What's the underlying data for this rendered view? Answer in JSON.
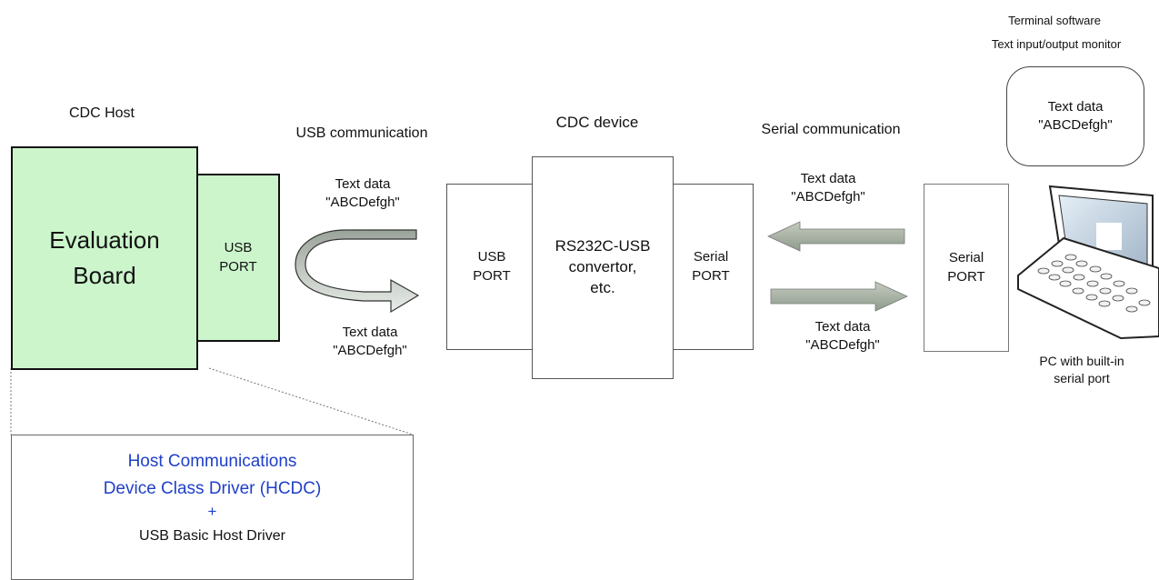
{
  "labels": {
    "cdc_host": "CDC Host",
    "usb_comm": "USB communication",
    "cdc_device": "CDC device",
    "serial_comm": "Serial communication",
    "terminal_title_1": "Terminal software",
    "terminal_title_2": "Text input/output monitor",
    "pc_1": "PC with built-in",
    "pc_2": "serial port"
  },
  "eval_board": {
    "line1": "Evaluation",
    "line2": "Board"
  },
  "host_usb_port": {
    "line1": "USB",
    "line2": "PORT"
  },
  "device": {
    "usb_port": {
      "line1": "USB",
      "line2": "PORT"
    },
    "converter": {
      "line1": "RS232C-USB",
      "line2": "convertor,",
      "line3": "etc."
    },
    "serial_port": {
      "line1": "Serial",
      "line2": "PORT"
    }
  },
  "pc_serial_port": {
    "line1": "Serial",
    "line2": "PORT"
  },
  "text_data": {
    "title": "Text data",
    "value": "\"ABCDefgh\""
  },
  "driver_box": {
    "line1": "Host Communications",
    "line2": "Device Class Driver (HCDC)",
    "plus": "+",
    "line3": "USB Basic Host Driver"
  },
  "colors": {
    "board_fill": "#ccf5cc",
    "arrow_fill": "#a8b3a4",
    "driver_text": "#1f3fc8"
  }
}
